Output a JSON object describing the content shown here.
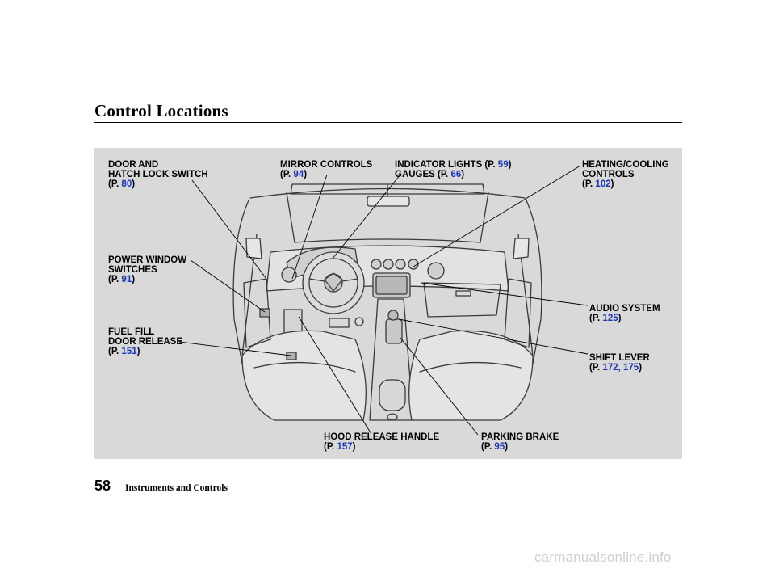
{
  "page": {
    "title": "Control Locations",
    "page_number": "58",
    "section": "Instruments and Controls",
    "watermark": "carmanualsonline.info"
  },
  "labels": {
    "door_lock": {
      "line1": "DOOR AND",
      "line2": "HATCH LOCK SWITCH",
      "prefix": "(P. ",
      "page": "80",
      "suffix": ")"
    },
    "mirror": {
      "line1": "MIRROR CONTROLS",
      "prefix": "(P. ",
      "page": "94",
      "suffix": ")"
    },
    "indicator": {
      "line1": "INDICATOR LIGHTS",
      "prefix": " (P. ",
      "page": "59",
      "suffix": ")"
    },
    "gauges": {
      "line1": "GAUGES",
      "prefix": " (P. ",
      "page": "66",
      "suffix": ")"
    },
    "heating": {
      "line1": "HEATING/COOLING",
      "line2": "CONTROLS",
      "prefix": "(P. ",
      "page": "102",
      "suffix": ")"
    },
    "power_window": {
      "line1": "POWER WINDOW",
      "line2": "SWITCHES",
      "prefix": "(P. ",
      "page": "91",
      "suffix": ")"
    },
    "audio": {
      "line1": "AUDIO SYSTEM",
      "prefix": "(P. ",
      "page": "125",
      "suffix": ")"
    },
    "fuel_fill": {
      "line1": "FUEL FILL",
      "line2": "DOOR RELEASE",
      "prefix": "(P. ",
      "page": "151",
      "suffix": ")"
    },
    "shift": {
      "line1": "SHIFT LEVER",
      "prefix": "(P. ",
      "page": "172, 175",
      "suffix": ")"
    },
    "hood": {
      "line1": "HOOD RELEASE HANDLE",
      "prefix": "(P. ",
      "page": "157",
      "suffix": ")"
    },
    "parking": {
      "line1": "PARKING BRAKE",
      "prefix": "(P. ",
      "page": "95",
      "suffix": ")"
    }
  },
  "colors": {
    "page_ref": "#1a36b8",
    "panel": "#d9d9d9",
    "line_art": "#3a3a3a"
  }
}
